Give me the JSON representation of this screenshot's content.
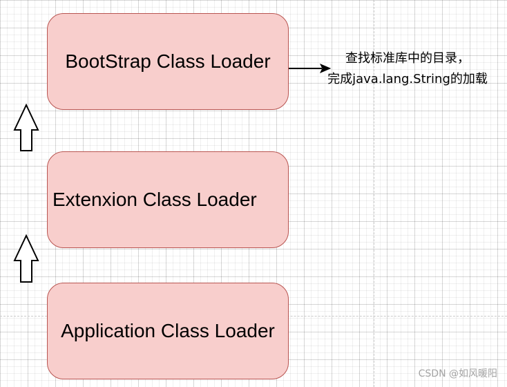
{
  "diagram": {
    "boxes": {
      "bootstrap": "BootStrap Class Loader",
      "extension": "Extenxion Class Loader",
      "application": "Application Class Loader"
    },
    "note": {
      "line1": "查找标准库中的目录，",
      "line2": "完成java.lang.String的加载"
    },
    "fill_color": "#f8cecc",
    "stroke_color": "#b85450"
  },
  "watermark": "CSDN @如风暖阳"
}
